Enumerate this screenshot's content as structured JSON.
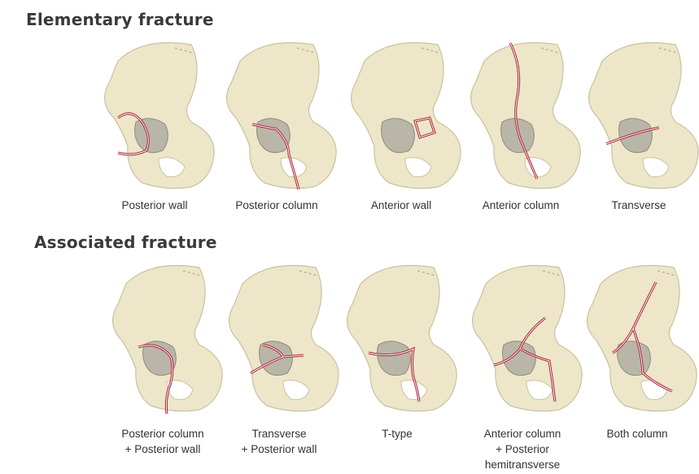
{
  "sections": {
    "elementary": {
      "title": "Elementary fracture",
      "items": [
        {
          "label": "Posterior wall"
        },
        {
          "label": "Posterior column"
        },
        {
          "label": "Anterior wall"
        },
        {
          "label": "Anterior column"
        },
        {
          "label": "Transverse"
        }
      ]
    },
    "associated": {
      "title": "Associated fracture",
      "items": [
        {
          "lines": [
            "Posterior column",
            "+ Posterior wall"
          ]
        },
        {
          "lines": [
            "Transverse",
            "+ Posterior wall"
          ]
        },
        {
          "lines": [
            "T-type"
          ]
        },
        {
          "lines": [
            "Anterior column",
            "+ Posterior",
            "hemitransverse"
          ]
        },
        {
          "lines": [
            "Both column"
          ]
        }
      ]
    }
  },
  "colors": {
    "bone": "#ede6c8",
    "bone_outline": "#c9c1a0",
    "acetabulum": "#b9b6a8",
    "fracture": "#a81e34"
  }
}
